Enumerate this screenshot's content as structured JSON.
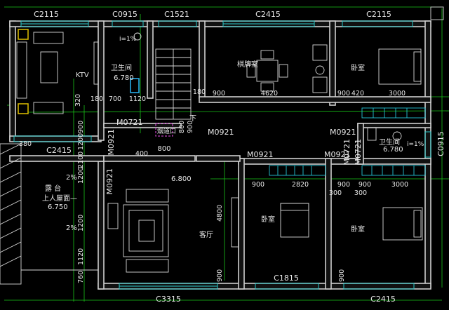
{
  "window_labels": {
    "top1": "C2115",
    "top2": "C0915",
    "top3": "C1521",
    "top4": "C2415",
    "top5": "C2115",
    "left_mid": "C2415",
    "right_mid": "C0915",
    "bottom1": "C3315",
    "bottom2": "C1815",
    "bottom3": "C2415"
  },
  "door_labels": {
    "d1": "M0721",
    "d2": "M0921",
    "d3": "M0921",
    "d4": "M0921",
    "d5": "M0921",
    "v1": "M0921",
    "v2": "M0721",
    "v3": "M0921",
    "v4": "M0721"
  },
  "room_labels": {
    "ktv": "KTV",
    "bath1": "卫生间",
    "bath1_elev": "6.780",
    "bath1_slope": "i=1%",
    "chess": "棋牌室",
    "bedroom_tr": "卧室",
    "bath2": "卫生间",
    "bath2_elev": "6.780",
    "bath2_slope": "i=1%",
    "stair_down": "下",
    "shaft": "烟道口",
    "shaft_w": "800",
    "living": "客厅",
    "living_elev": "6.800",
    "bedroom_bm": "卧室",
    "bedroom_br": "卧室",
    "terrace": "露 台",
    "terrace_sub": "上人屋面—",
    "terrace_elev": "6.750",
    "slope1": "2%",
    "slope2": "2%"
  },
  "dimensions": {
    "d900a": "900",
    "d4620": "4620",
    "d900b": "900",
    "d420": "420",
    "d3000a": "3000",
    "d700": "700",
    "d1120": "1120",
    "d180a": "180",
    "d180b": "180",
    "d320": "320",
    "d400": "400",
    "d800": "800",
    "d900c": "900",
    "d380": "380",
    "d2100": "2100",
    "d1200": "1200",
    "d900v": "900",
    "d1200b": "1200",
    "d900d": "900",
    "d2820": "2820",
    "d900e": "900",
    "d300a": "300",
    "d900f": "900",
    "d3000b": "3000",
    "d300b": "300",
    "d4800": "4800",
    "d900g": "900",
    "d900h": "900",
    "d760": "760",
    "d1120b": "1120",
    "d1200c": "1200"
  }
}
